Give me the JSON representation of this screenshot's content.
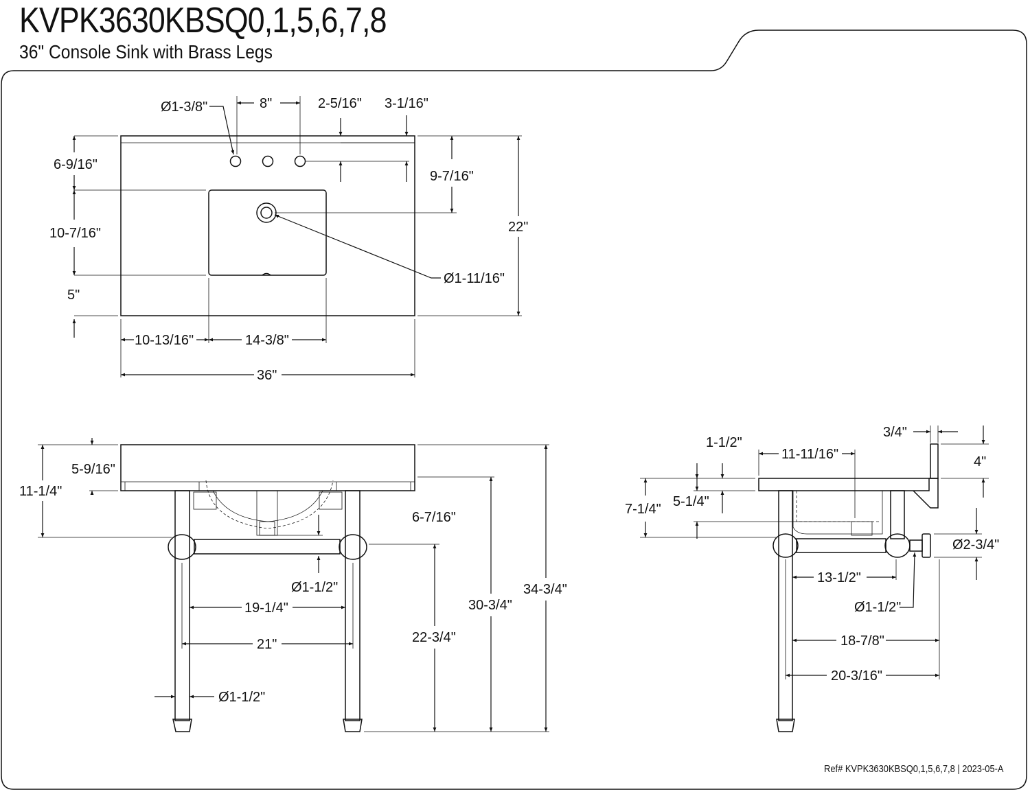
{
  "header": {
    "title": "KVPK3630KBSQ0,1,5,6,7,8",
    "subtitle": "36\" Console Sink with Brass Legs"
  },
  "footer": {
    "ref": "Ref# KVPK3630KBSQ0,1,5,6,7,8 | 2023-05-A"
  },
  "top_view": {
    "hole_diameter": "Ø1-3/8\"",
    "hole_spacing": "8\"",
    "back_to_holes": "2-5/16\"",
    "side_to_hole": "3-1/16\"",
    "back_to_bowl": "6-9/16\"",
    "back_to_drain": "9-7/16\"",
    "bowl_depth": "10-7/16\"",
    "overall_depth": "22\"",
    "drain_diameter": "Ø1-11/16\"",
    "front_to_bowl": "5\"",
    "left_to_bowl": "10-13/16\"",
    "bowl_width": "14-3/8\"",
    "overall_width": "36\""
  },
  "front_view": {
    "top_to_bar": "11-1/4\"",
    "counter_thickness": "5-9/16\"",
    "bowl_to_bar": "6-7/16\"",
    "bar_diameter": "Ø1-1/2\"",
    "leg_inner_span": "19-1/4\"",
    "leg_outer_span": "21\"",
    "leg_diameter": "Ø1-1/2\"",
    "bar_height": "22-3/4\"",
    "counter_underside_height": "30-3/4\"",
    "overall_height": "34-3/4\""
  },
  "side_view": {
    "backsplash_thickness": "3/4\"",
    "counter_top_thickness": "1-1/2\"",
    "bowl_depth_from_back": "11-11/16\"",
    "backsplash_height": "4\"",
    "drain_height": "7-1/4\"",
    "bowl_height": "5-1/4\"",
    "flange_diameter": "Ø2-3/4\"",
    "bar_length": "13-1/2\"",
    "bar_diameter": "Ø1-1/2\"",
    "leg_to_wall": "18-7/8\"",
    "overall_depth": "20-3/16\""
  }
}
